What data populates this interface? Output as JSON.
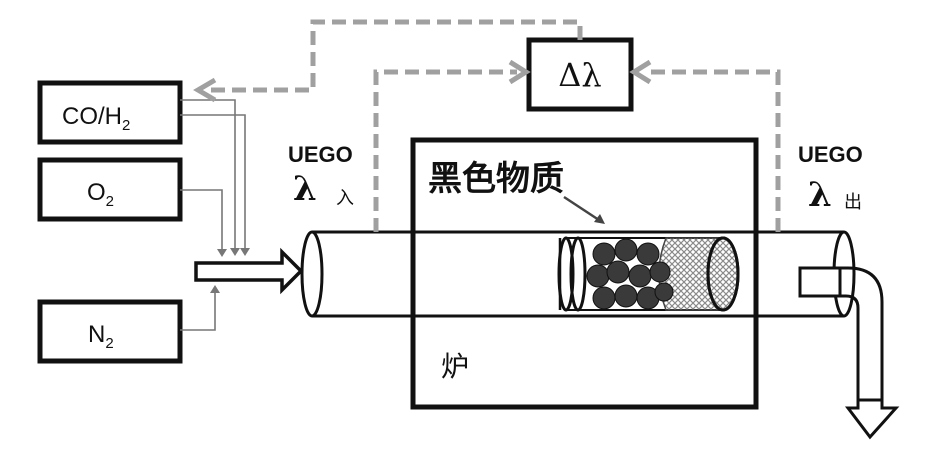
{
  "gases": {
    "co_h2": {
      "main": "CO/H",
      "sub": "2"
    },
    "o2": {
      "main": "O",
      "sub": "2"
    },
    "n2": {
      "main": "N",
      "sub": "2"
    }
  },
  "controller": {
    "label": "Δλ"
  },
  "sensor_in": {
    "name": "UEGO",
    "symbol": "λ",
    "sub": "入"
  },
  "sensor_out": {
    "name": "UEGO",
    "symbol": "λ",
    "sub": "出"
  },
  "furnace": {
    "label": "炉"
  },
  "sample": {
    "label": "黑色物质"
  },
  "colors": {
    "line": "#111111",
    "signal": "#a0a0a0",
    "feed": "#777777",
    "particle": "#3a3a3a",
    "filter": "#9a9a9a"
  },
  "icons": [
    "arrow-right-icon",
    "arrow-down-icon",
    "arrow-left-icon",
    "pellet-icon",
    "mesh-filter-icon"
  ]
}
